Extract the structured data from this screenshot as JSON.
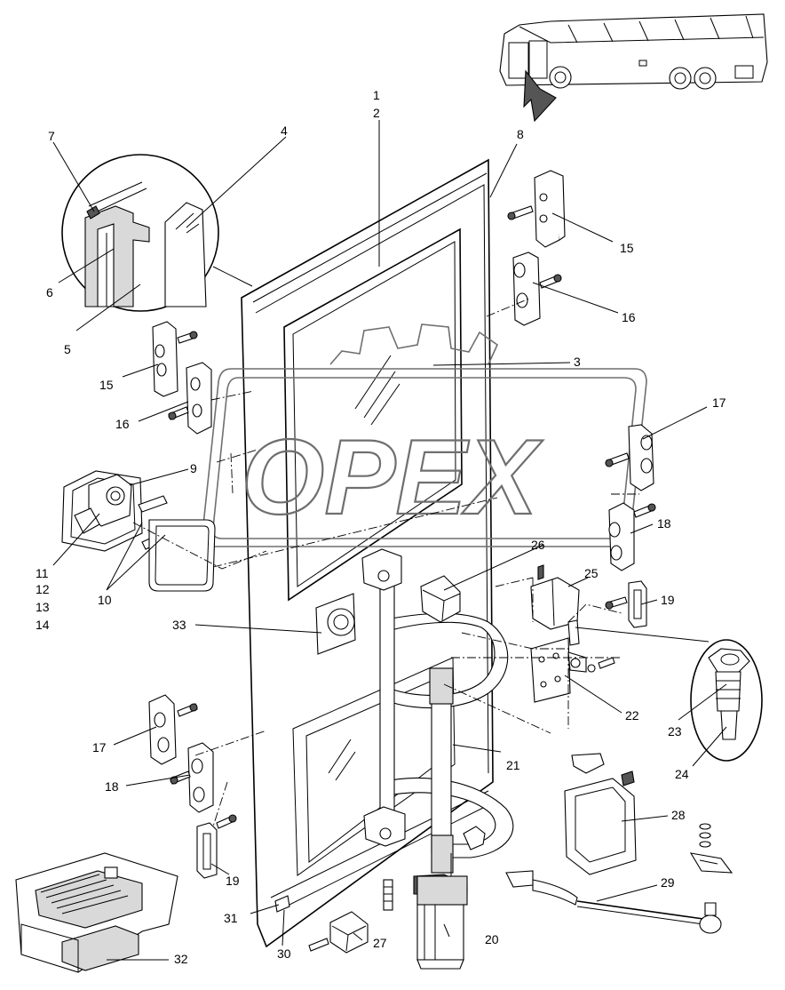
{
  "watermark": {
    "text": "OPEX"
  },
  "callouts": [
    {
      "id": "c1",
      "text": "1"
    },
    {
      "id": "c2",
      "text": "2"
    },
    {
      "id": "c3",
      "text": "3"
    },
    {
      "id": "c4",
      "text": "4"
    },
    {
      "id": "c5",
      "text": "5"
    },
    {
      "id": "c6",
      "text": "6"
    },
    {
      "id": "c7",
      "text": "7"
    },
    {
      "id": "c8",
      "text": "8"
    },
    {
      "id": "c9",
      "text": "9"
    },
    {
      "id": "c10",
      "text": "10"
    },
    {
      "id": "c11",
      "text": "11"
    },
    {
      "id": "c12",
      "text": "12"
    },
    {
      "id": "c13",
      "text": "13"
    },
    {
      "id": "c14",
      "text": "14"
    },
    {
      "id": "c15a",
      "text": "15"
    },
    {
      "id": "c15b",
      "text": "15"
    },
    {
      "id": "c16a",
      "text": "16"
    },
    {
      "id": "c16b",
      "text": "16"
    },
    {
      "id": "c17a",
      "text": "17"
    },
    {
      "id": "c17b",
      "text": "17"
    },
    {
      "id": "c18a",
      "text": "18"
    },
    {
      "id": "c18b",
      "text": "18"
    },
    {
      "id": "c19a",
      "text": "19"
    },
    {
      "id": "c19b",
      "text": "19"
    },
    {
      "id": "c20",
      "text": "20"
    },
    {
      "id": "c21",
      "text": "21"
    },
    {
      "id": "c22",
      "text": "22"
    },
    {
      "id": "c23",
      "text": "23"
    },
    {
      "id": "c24",
      "text": "24"
    },
    {
      "id": "c25",
      "text": "25"
    },
    {
      "id": "c26",
      "text": "26"
    },
    {
      "id": "c27",
      "text": "27"
    },
    {
      "id": "c28",
      "text": "28"
    },
    {
      "id": "c29",
      "text": "29"
    },
    {
      "id": "c30",
      "text": "30"
    },
    {
      "id": "c31",
      "text": "31"
    },
    {
      "id": "c32",
      "text": "32"
    },
    {
      "id": "c33",
      "text": "33"
    }
  ]
}
